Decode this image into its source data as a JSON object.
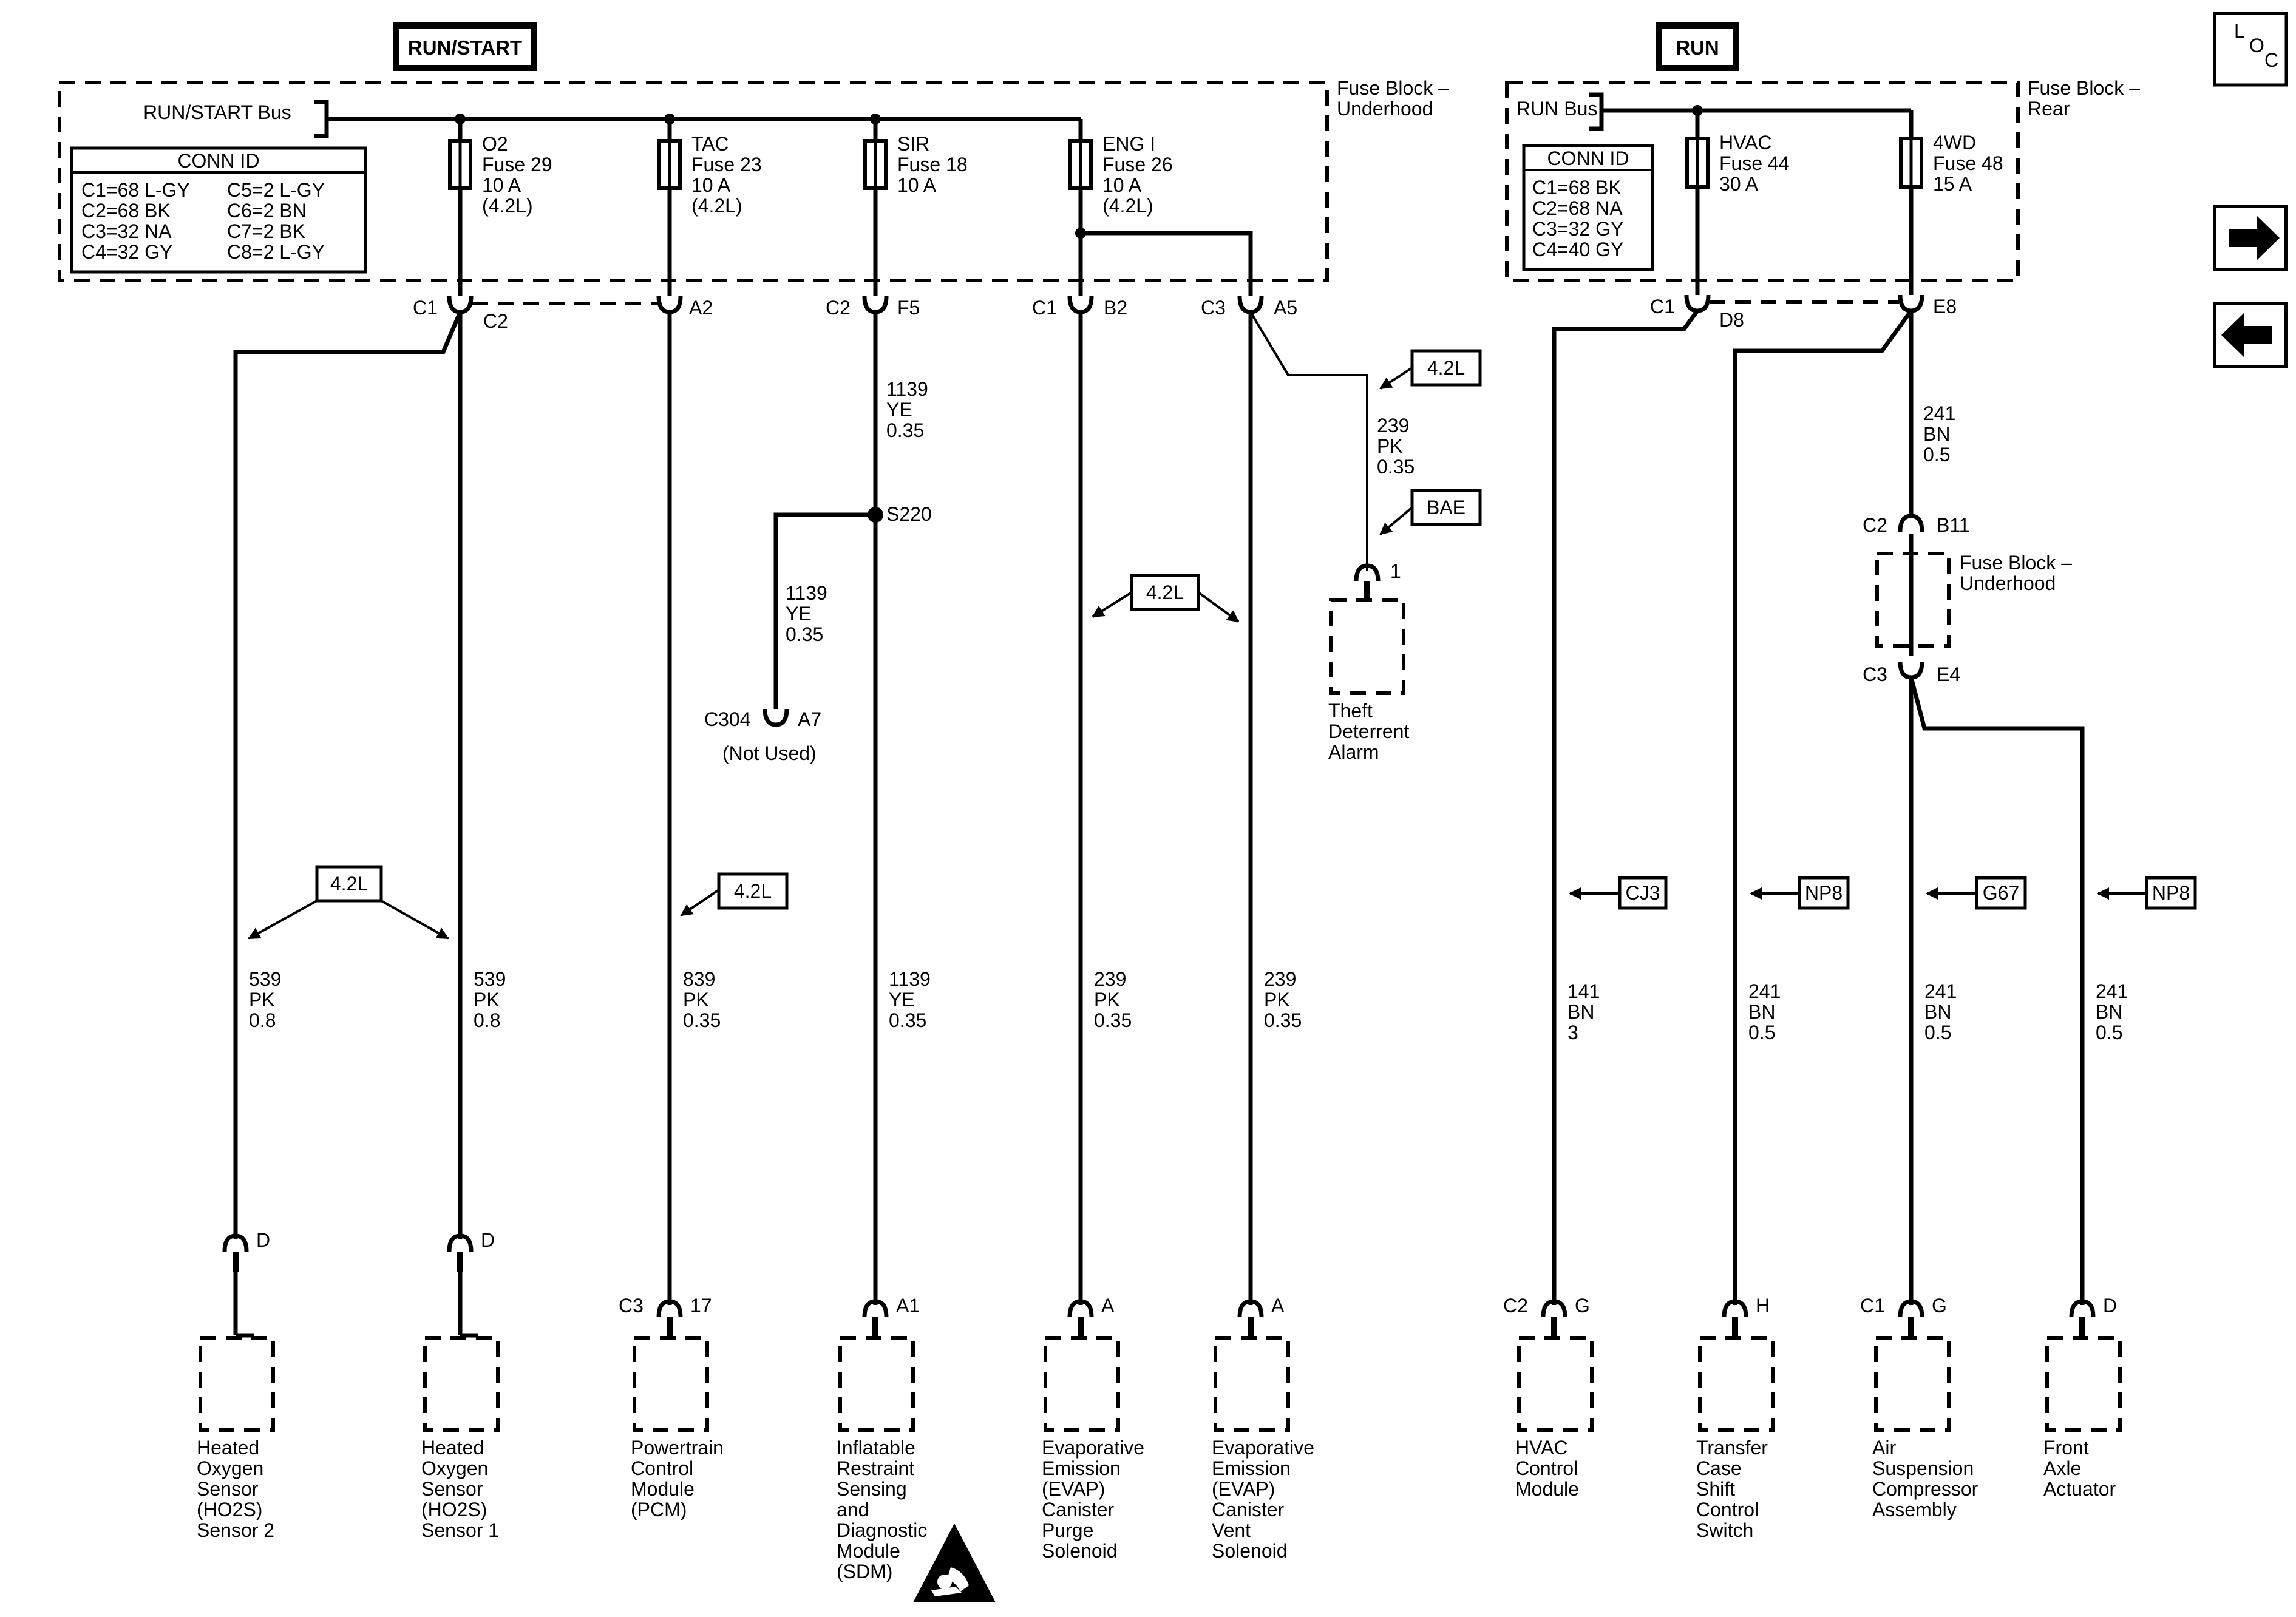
{
  "headers": {
    "run_start": "RUN/START",
    "run": "RUN",
    "loc": [
      "L",
      "O",
      "C"
    ]
  },
  "nav": {
    "next_icon": "arrow-right-icon",
    "prev_icon": "arrow-left-icon"
  },
  "left_block": {
    "name": [
      "Fuse Block –",
      "Underhood"
    ],
    "bus": "RUN/START Bus",
    "conn_title": "CONN ID",
    "conn_col1": [
      "C1=68 L-GY",
      "C2=68 BK",
      "C3=32 NA",
      "C4=32 GY"
    ],
    "conn_col2": [
      "C5=2 L-GY",
      "C6=2 BN",
      "C7=2 BK",
      "C8=2 L-GY"
    ],
    "fuses": [
      [
        "O2",
        "Fuse 29",
        "10 A",
        "(4.2L)"
      ],
      [
        "TAC",
        "Fuse 23",
        "10 A",
        "(4.2L)"
      ],
      [
        "SIR",
        "Fuse 18",
        "10 A"
      ],
      [
        "ENG I",
        "Fuse 26",
        "10 A",
        "(4.2L)"
      ]
    ]
  },
  "right_block": {
    "name": [
      "Fuse Block –",
      "Rear"
    ],
    "bus": "RUN Bus",
    "conn_title": "CONN ID",
    "conn_col1": [
      "C1=68 BK",
      "C2=68 NA",
      "C3=32 GY",
      "C4=40 GY"
    ],
    "fuses": [
      [
        "HVAC",
        "Fuse 44",
        "30 A"
      ],
      [
        "4WD",
        "Fuse 48",
        "15 A"
      ]
    ]
  },
  "pins": {
    "c1_left": "C1",
    "c2_right": "C2",
    "a2": "A2",
    "c2_sir": "C2",
    "f5": "F5",
    "c1_eng": "C1",
    "b2": "B2",
    "c3_eng": "C3",
    "a5": "A5",
    "c1_rear": "C1",
    "d8": "D8",
    "e8": "E8",
    "c2_mid": "C2",
    "b11": "B11",
    "c3_mid": "C3",
    "e4": "E4"
  },
  "splice": {
    "name": "S220",
    "wire_top": [
      "1139",
      "YE",
      "0.35"
    ],
    "wire_branch": [
      "1139",
      "YE",
      "0.35"
    ],
    "conn": "C304",
    "pin": "A7",
    "note": "(Not Used)"
  },
  "theft": {
    "opt": "4.2L",
    "opt2": "BAE",
    "wire": [
      "239",
      "PK",
      "0.35"
    ],
    "pin": "1",
    "label": [
      "Theft",
      "Deterrent",
      "Alarm"
    ]
  },
  "mid_fuse_block": [
    "Fuse Block –",
    "Underhood"
  ],
  "wire_4wd_top": [
    "241",
    "BN",
    "0.5"
  ],
  "opts": {
    "ho2s": "4.2L",
    "pcm": "4.2L",
    "evap": "4.2L",
    "hvac": "CJ3",
    "tcase": "NP8",
    "air": "G67",
    "axle": "NP8"
  },
  "circuits": [
    {
      "wire": [
        "539",
        "PK",
        "0.8"
      ],
      "conn": "",
      "pin": "D",
      "label": [
        "Heated",
        "Oxygen",
        "Sensor",
        "(HO2S)",
        "Sensor 2"
      ]
    },
    {
      "wire": [
        "539",
        "PK",
        "0.8"
      ],
      "conn": "",
      "pin": "D",
      "label": [
        "Heated",
        "Oxygen",
        "Sensor",
        "(HO2S)",
        "Sensor 1"
      ]
    },
    {
      "wire": [
        "839",
        "PK",
        "0.35"
      ],
      "conn": "C3",
      "pin": "17",
      "label": [
        "Powertrain",
        "Control",
        "Module",
        "(PCM)"
      ]
    },
    {
      "wire": [
        "1139",
        "YE",
        "0.35"
      ],
      "conn": "",
      "pin": "A1",
      "label": [
        "Inflatable",
        "Restraint",
        "Sensing",
        "and",
        "Diagnostic",
        "Module",
        "(SDM)"
      ]
    },
    {
      "wire": [
        "239",
        "PK",
        "0.35"
      ],
      "conn": "",
      "pin": "A",
      "label": [
        "Evaporative",
        "Emission",
        "(EVAP)",
        "Canister",
        "Purge",
        "Solenoid"
      ]
    },
    {
      "wire": [
        "239",
        "PK",
        "0.35"
      ],
      "conn": "",
      "pin": "A",
      "label": [
        "Evaporative",
        "Emission",
        "(EVAP)",
        "Canister",
        "Vent",
        "Solenoid"
      ]
    },
    {
      "wire": [
        "141",
        "BN",
        "3"
      ],
      "conn": "C2",
      "pin": "G",
      "label": [
        "HVAC",
        "Control",
        "Module"
      ]
    },
    {
      "wire": [
        "241",
        "BN",
        "0.5"
      ],
      "conn": "",
      "pin": "H",
      "label": [
        "Transfer",
        "Case",
        "Shift",
        "Control",
        "Switch"
      ]
    },
    {
      "wire": [
        "241",
        "BN",
        "0.5"
      ],
      "conn": "C1",
      "pin": "G",
      "label": [
        "Air",
        "Suspension",
        "Compressor",
        "Assembly"
      ]
    },
    {
      "wire": [
        "241",
        "BN",
        "0.5"
      ],
      "conn": "",
      "pin": "D",
      "label": [
        "Front",
        "Axle",
        "Actuator"
      ]
    }
  ],
  "footer_icon": "airbag-warning-icon"
}
